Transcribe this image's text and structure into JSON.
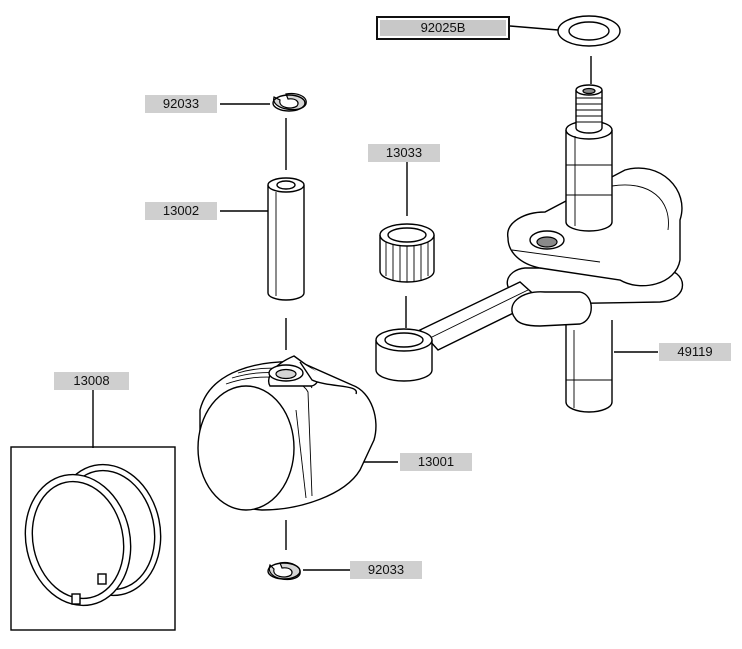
{
  "diagram": {
    "parts": [
      {
        "id": "92025B",
        "label": "92025B"
      },
      {
        "id": "92033-top",
        "label": "92033"
      },
      {
        "id": "13002",
        "label": "13002"
      },
      {
        "id": "13033",
        "label": "13033"
      },
      {
        "id": "13008",
        "label": "13008"
      },
      {
        "id": "49119",
        "label": "49119"
      },
      {
        "id": "13001",
        "label": "13001"
      },
      {
        "id": "92033-bottom",
        "label": "92033"
      }
    ]
  }
}
